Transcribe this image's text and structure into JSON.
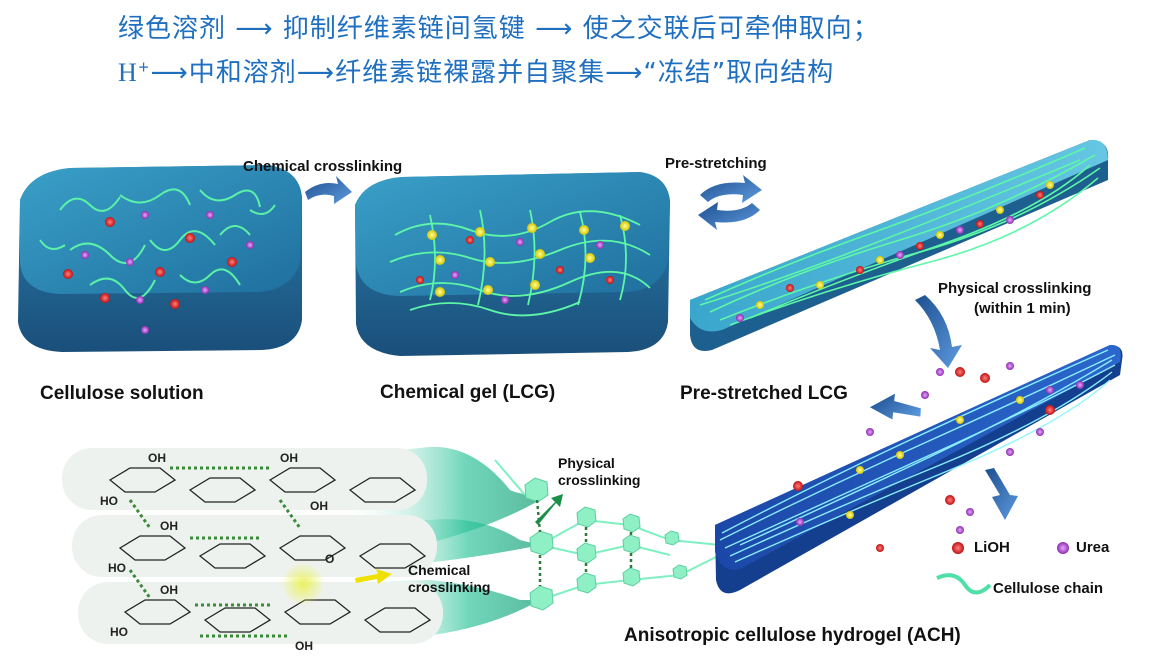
{
  "header": {
    "line1": "绿色溶剂 ⟶ 抑制纤维素链间氢键 ⟶ 使之交联后可牵伸取向；",
    "line2_prefix": "H",
    "line2_sup": "+",
    "line2_rest": "⟶中和溶剂⟶纤维素链裸露并自聚集⟶“冻结”取向结构"
  },
  "stages": {
    "solution": "Cellulose solution",
    "gel": "Chemical gel (LCG)",
    "prestretched": "Pre-stretched LCG",
    "hydrogel": "Anisotropic cellulose hydrogel (ACH)"
  },
  "arrows": {
    "chemical": "Chemical crosslinking",
    "prestretch": "Pre-stretching",
    "physical_line1": "Physical crosslinking",
    "physical_line2": "(within 1 min)"
  },
  "molecule": {
    "physical_line1": "Physical",
    "physical_line2": "crosslinking",
    "chemical_line1": "Chemical",
    "chemical_line2": "crosslinking",
    "oh": "OH",
    "ho": "HO",
    "o": "O"
  },
  "legend": {
    "lioh": "LiOH",
    "urea": "Urea",
    "chain": "Cellulose chain",
    "lioh_color": "#d81b1b",
    "urea_color": "#b43bd6",
    "chain_color": "#4fe0a8"
  }
}
